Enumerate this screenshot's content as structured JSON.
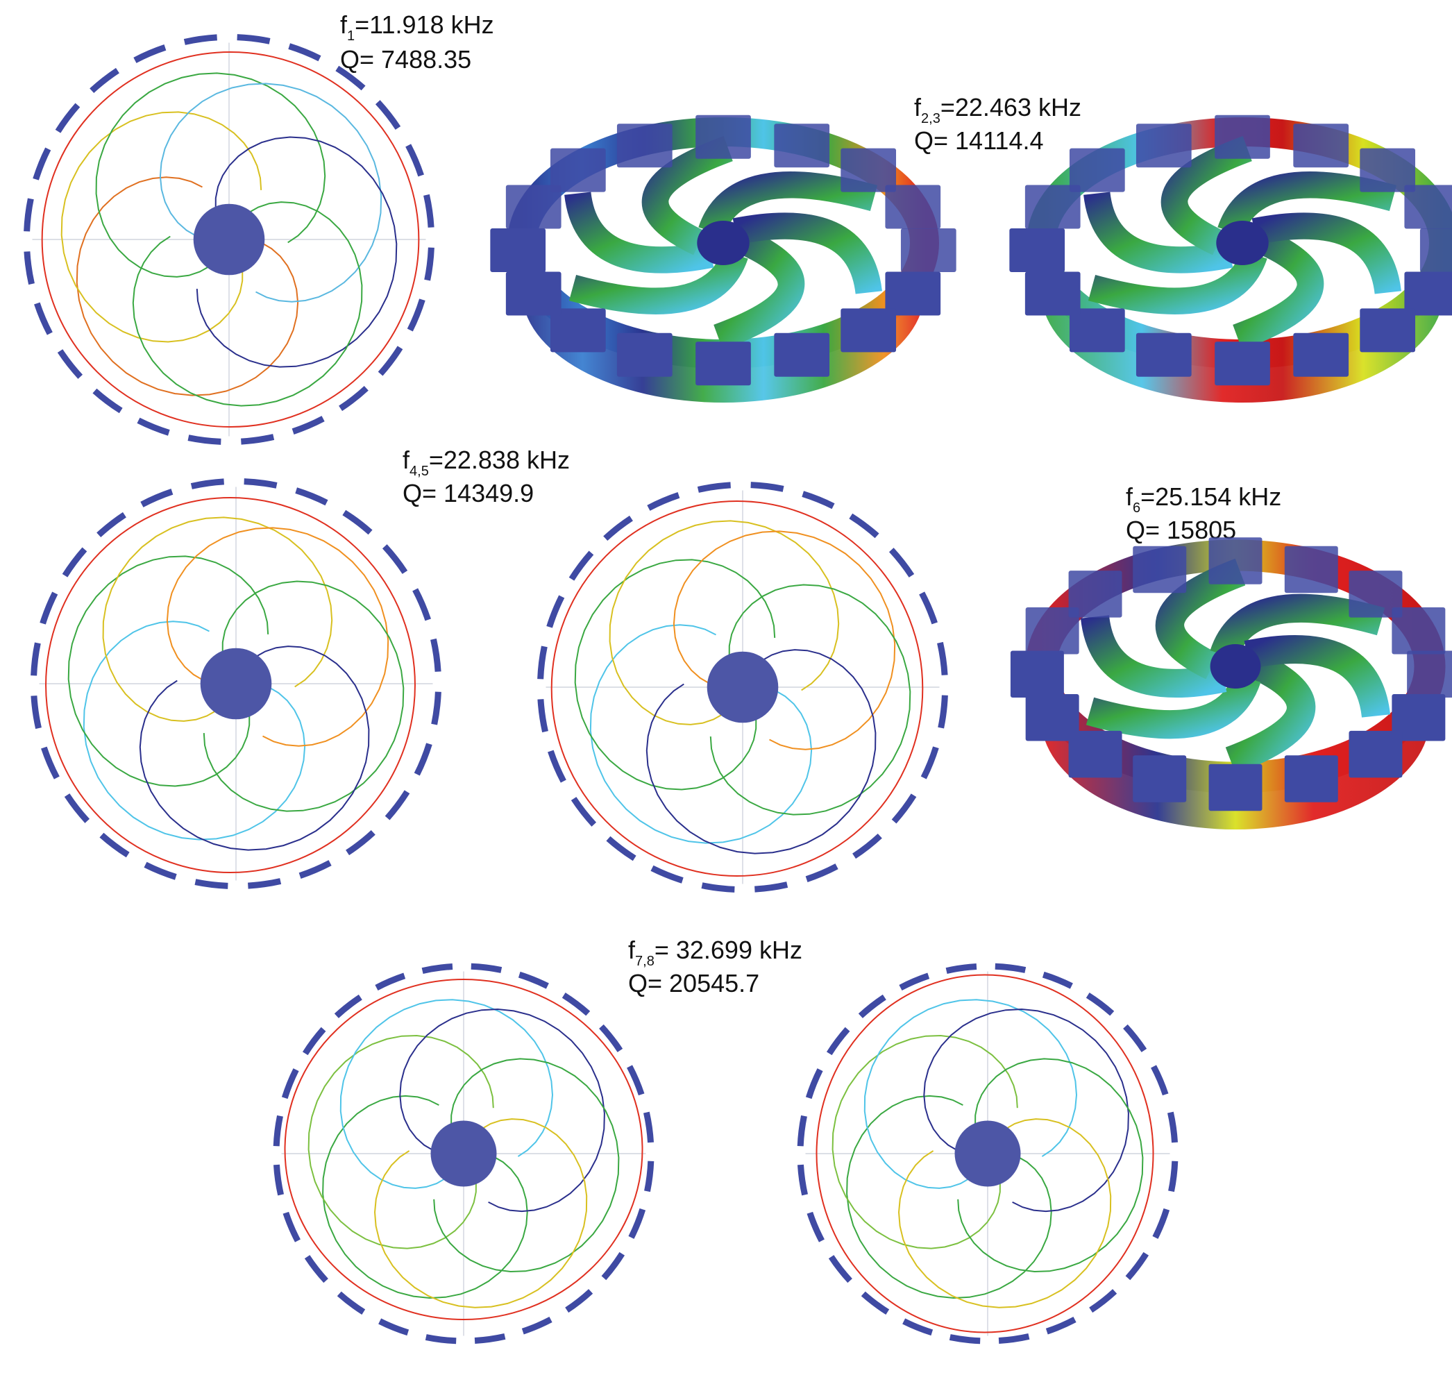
{
  "labels": {
    "m1": {
      "f_prefix": "f",
      "f_sub": "1",
      "f_value": "=11.918 kHz",
      "q": "Q= 7488.35"
    },
    "m23": {
      "f_prefix": "f",
      "f_sub": "2,3",
      "f_value": "=22.463 kHz",
      "q": "Q= 14114.4"
    },
    "m45": {
      "f_prefix": "f",
      "f_sub": "4,5",
      "f_value": "=22.838 kHz",
      "q": "Q= 14349.9"
    },
    "m6": {
      "f_prefix": "f",
      "f_sub": "6",
      "f_value": "=25.154 kHz",
      "q": "Q= 15805"
    },
    "m78": {
      "f_prefix": "f",
      "f_sub": "7,8",
      "f_value": "= 32.699 kHz",
      "q": "Q= 20545.7"
    }
  },
  "colors": {
    "electrode": "#3f4aa3",
    "hub": "#4d56a6",
    "ring_deformed": "#e03020",
    "axis": "#c8ccd8",
    "colormap": [
      "#2a2f8c",
      "#3a7fd0",
      "#4fc4e8",
      "#3aa842",
      "#d8e020",
      "#f09020",
      "#e02020"
    ]
  }
}
